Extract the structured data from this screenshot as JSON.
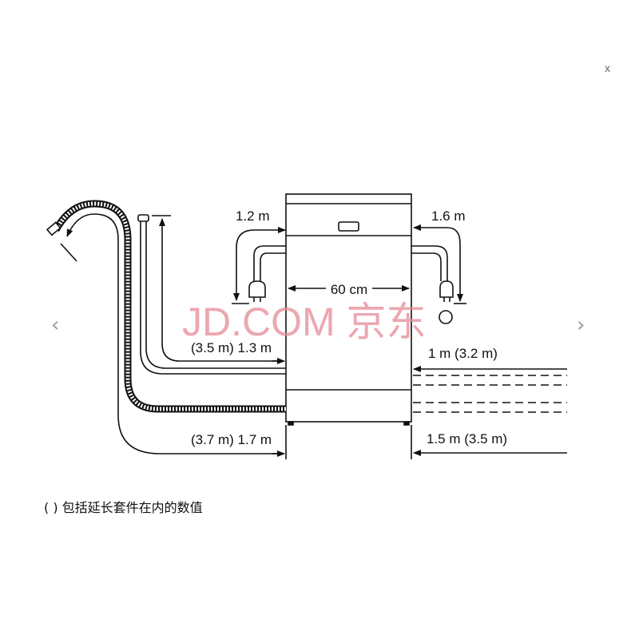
{
  "viewer": {
    "close_label": "x",
    "prev_label": "‹",
    "next_label": "›"
  },
  "diagram": {
    "width_label": "60 cm",
    "left_power_label": "1.2 m",
    "right_power_label": "1.6 m",
    "inlet_hose_label": "(3.5 m) 1.3 m",
    "drain_hose_label": "(3.7 m) 1.7 m",
    "right_inlet_label": "1 m (3.2 m)",
    "right_drain_label": "1.5 m (3.5 m)",
    "watermark": "JD.COM 京东",
    "caption": "( ) 包括延长套件在内的数值"
  }
}
